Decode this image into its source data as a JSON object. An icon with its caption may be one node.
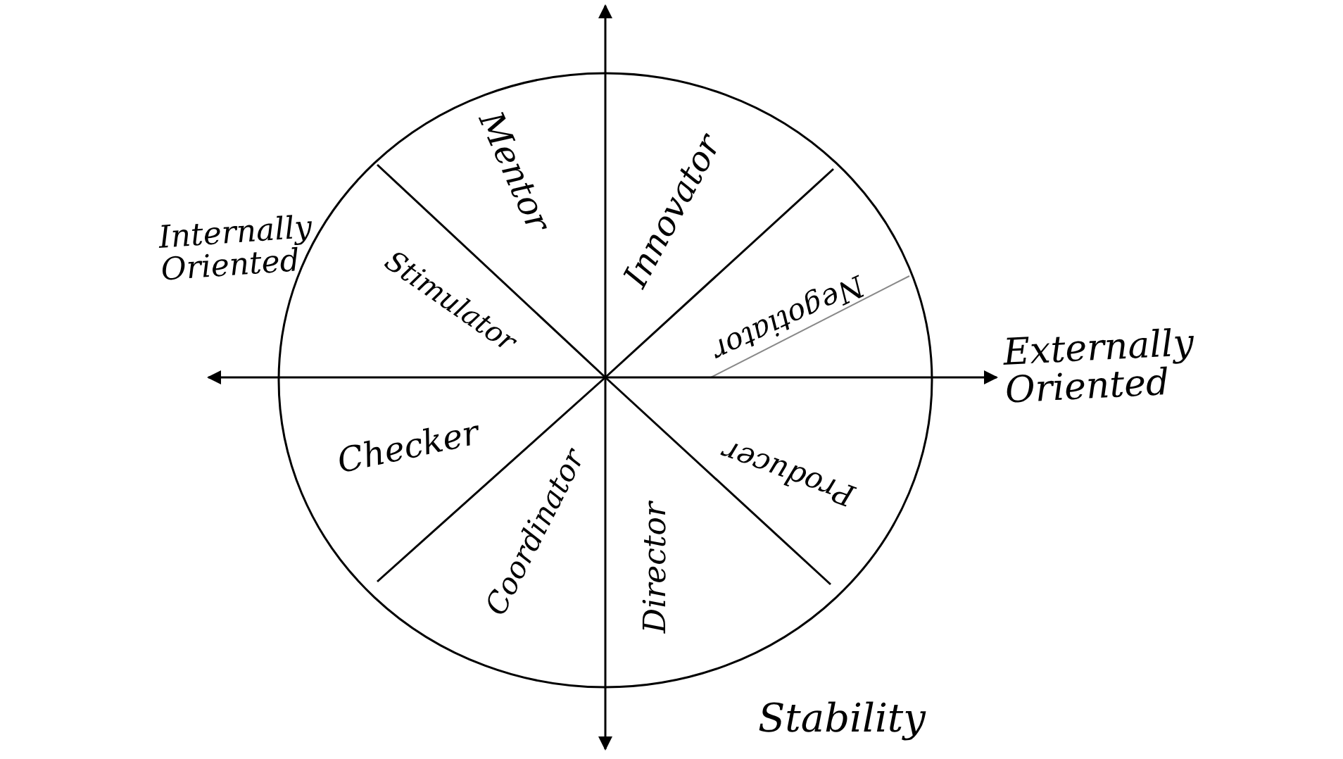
{
  "diagram": {
    "labels": [
      "Internally Oriented",
      "Mentor",
      "Innovator",
      "Stimulator",
      "Negotiator",
      "Externally Oriented",
      "Checker",
      "Producer",
      "Coordinator",
      "Director",
      "Stability"
    ]
  }
}
